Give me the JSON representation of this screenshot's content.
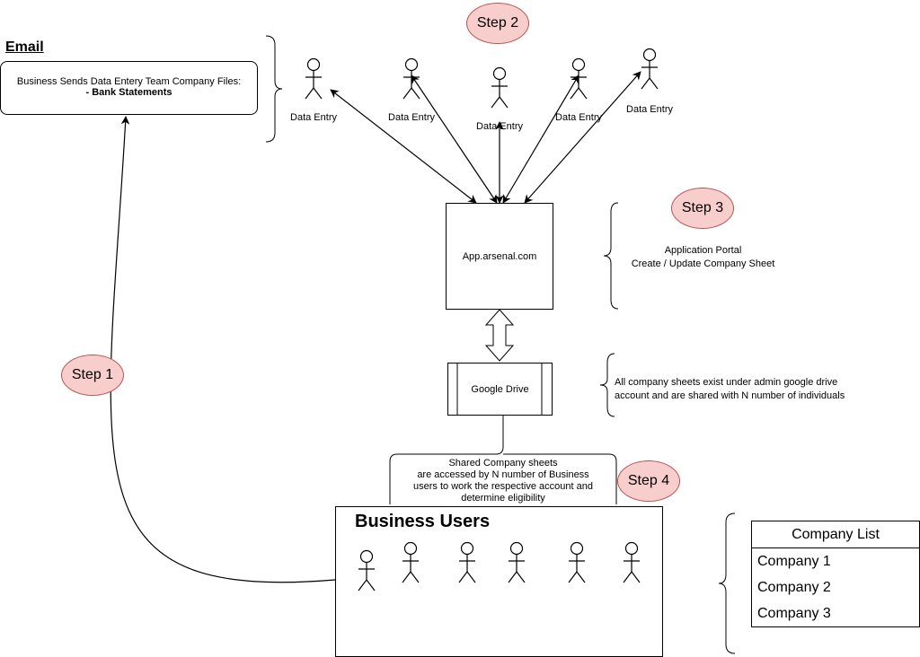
{
  "email": {
    "heading": "Email",
    "line1": "Business Sends Data Entery Team Company Files:",
    "line2": "- Bank Statements"
  },
  "steps": {
    "step1": "Step 1",
    "step2": "Step 2",
    "step3": "Step 3",
    "step4": "Step 4"
  },
  "data_entry_label": "Data Entry",
  "app_portal": {
    "label": "App.arsenal.com"
  },
  "portal_note": {
    "line1": "Application Portal",
    "line2": "Create / Update Company Sheet"
  },
  "google_drive": {
    "label": "Google Drive"
  },
  "drive_note": {
    "line1": "All company sheets exist under admin google drive",
    "line2": "account and are shared with N number of individuals"
  },
  "shared_note": {
    "line1": "Shared Company sheets",
    "line2": "are accessed by N number of Business",
    "line3": "users to work the respective account and",
    "line4": "determine eligibility"
  },
  "business_users": {
    "title": "Business Users"
  },
  "company_list": {
    "header": "Company List",
    "items": [
      "Company 1",
      "Company 2",
      "Company 3"
    ]
  },
  "colors": {
    "step_fill": "#f8cecc",
    "step_stroke": "#b85450"
  }
}
